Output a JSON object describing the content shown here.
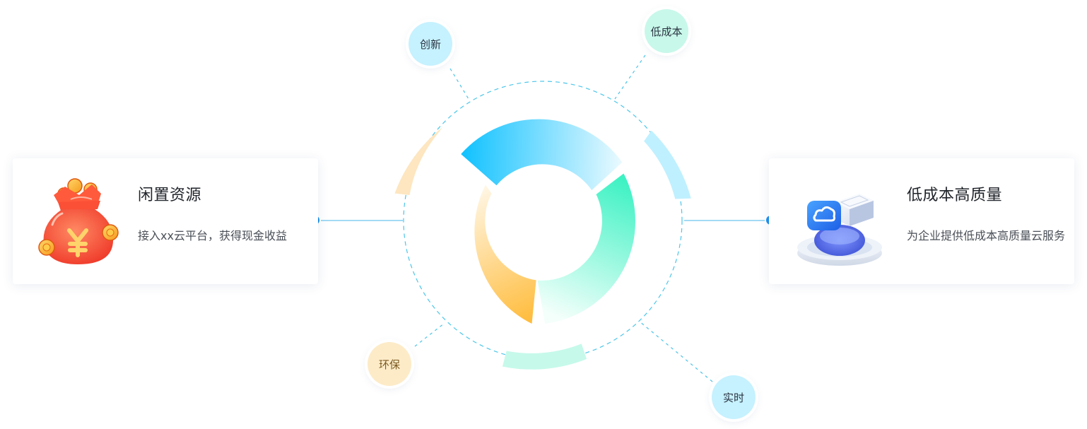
{
  "left_card": {
    "title": "闲置资源",
    "description": "接入xx云平台，获得现金收益",
    "icon": "money-bag-icon"
  },
  "right_card": {
    "title": "低成本高质量",
    "description": "为企业提供低成本高质量云服务",
    "icon": "cloud-server-icon"
  },
  "bubbles": {
    "innovation": "创新",
    "low_cost": "低成本",
    "eco": "环保",
    "realtime": "实时"
  },
  "colors": {
    "connector_blue": "#1e90ee",
    "ring_cyan": "#17c1ff",
    "ring_mint": "#4cf0c8",
    "ring_orange": "#ffb93d"
  }
}
